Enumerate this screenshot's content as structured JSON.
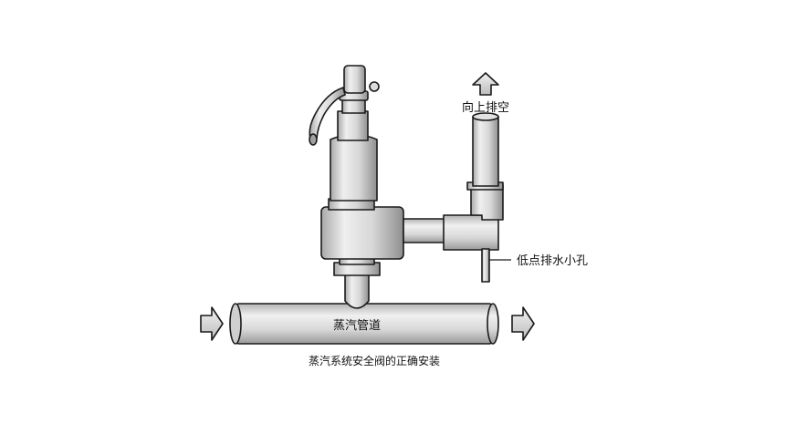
{
  "labels": {
    "vent_up": "向上排空",
    "drain_hole": "低点排水小孔",
    "steam_pipe": "蒸汽管道",
    "caption": "蒸汽系统安全阀的正确安装"
  },
  "colors": {
    "outline": "#1a1a1a",
    "fill_light": "#ececec",
    "fill_mid": "#d6d6d6",
    "fill_shade": "#b8b8b8",
    "background": "#ffffff"
  }
}
